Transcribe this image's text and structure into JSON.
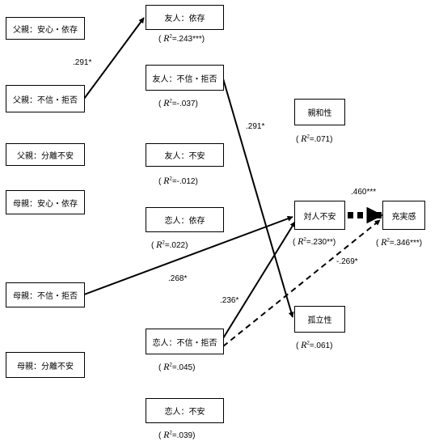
{
  "nodes": {
    "father_secure": "父親：安心・依存",
    "father_distrust": "父親：不信・拒否",
    "father_separation": "父親：分離不安",
    "mother_secure": "母親：安心・依存",
    "mother_distrust": "母親：不信・拒否",
    "mother_separation": "母親：分離不安",
    "friend_dependence": "友人：依存",
    "friend_distrust": "友人：不信・拒否",
    "friend_anxiety": "友人：不安",
    "lover_dependence": "恋人：依存",
    "lover_distrust": "恋人：不信・拒否",
    "lover_anxiety": "恋人：不安",
    "affiliation": "親和性",
    "interpersonal_anxiety": "対人不安",
    "fulfillment": "充実感",
    "isolation": "孤立性"
  },
  "r2": {
    "friend_dependence": {
      "prefix": "(",
      "symbol": "R",
      "exp": "2",
      "value": "=.243***)"
    },
    "friend_distrust": {
      "prefix": "(",
      "symbol": "R",
      "exp": "2",
      "value": "=-.037)"
    },
    "friend_anxiety": {
      "prefix": "(",
      "symbol": "R",
      "exp": "2",
      "value": "=-.012)"
    },
    "lover_dependence": {
      "prefix": "(",
      "symbol": "R",
      "exp": "2",
      "value": "=.022)"
    },
    "lover_distrust": {
      "prefix": "(",
      "symbol": "R",
      "exp": "2",
      "value": "=.045)"
    },
    "lover_anxiety": {
      "prefix": "(",
      "symbol": "R",
      "exp": "2",
      "value": "=.039)"
    },
    "affiliation": {
      "prefix": "(",
      "symbol": "R",
      "exp": "2",
      "value": "=.071)"
    },
    "interpersonal_anxiety": {
      "prefix": "(",
      "symbol": "R",
      "exp": "2",
      "value": "=.230**)"
    },
    "fulfillment": {
      "prefix": "(",
      "symbol": "R",
      "exp": "2",
      "value": "=.346***)"
    },
    "isolation": {
      "prefix": "(",
      "symbol": "R",
      "exp": "2",
      "value": "=.061)"
    }
  },
  "coefficients": {
    "father_distrust_to_friend_dependence": ".291*",
    "friend_distrust_to_isolation": ".291*",
    "mother_distrust_to_interpersonal_anxiety": ".268*",
    "lover_distrust_to_interpersonal_anxiety": ".236*",
    "interpersonal_anxiety_to_fulfillment": ".460***",
    "lover_distrust_to_fulfillment": "-.269*"
  }
}
